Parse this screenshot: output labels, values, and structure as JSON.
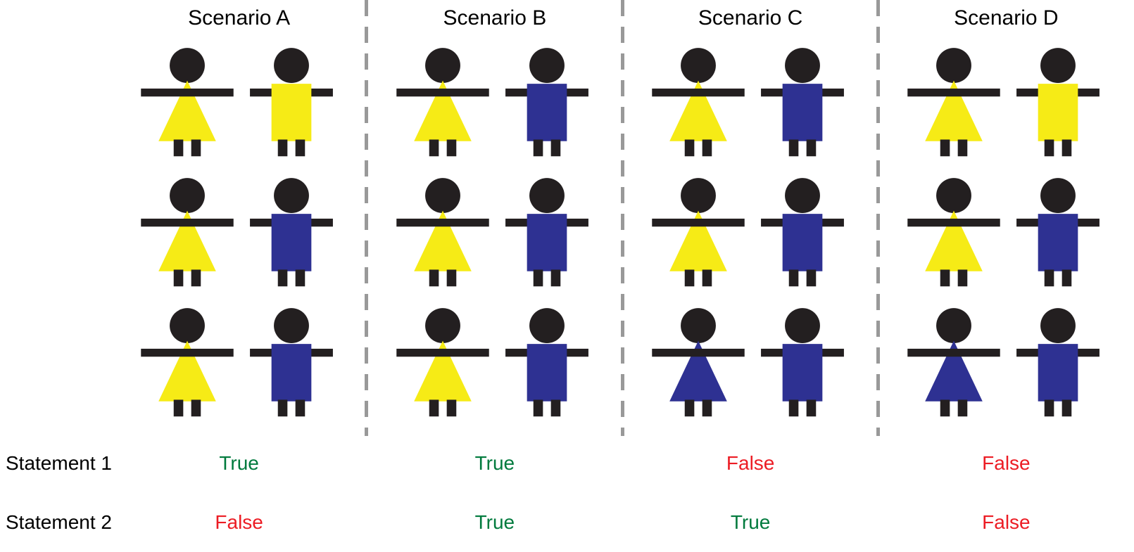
{
  "colors": {
    "yellow": "#F6EB16",
    "blue": "#2E3192",
    "black": "#231F20",
    "green": "#007A3D",
    "red": "#EC1C24",
    "divider": "#999999"
  },
  "icons": {
    "left_figure": "girl-figure (triangle dress)",
    "right_figure": "boy-figure (rectangle shirt)"
  },
  "statements": {
    "row1_label": "Statement 1",
    "row2_label": "Statement 2"
  },
  "scenarios": [
    {
      "label": "Scenario A",
      "rows": [
        {
          "dress_color": "yellow",
          "shirt_color": "yellow"
        },
        {
          "dress_color": "yellow",
          "shirt_color": "blue"
        },
        {
          "dress_color": "yellow",
          "shirt_color": "blue"
        }
      ],
      "statement1": {
        "value": "True",
        "color": "green"
      },
      "statement2": {
        "value": "False",
        "color": "red"
      }
    },
    {
      "label": "Scenario B",
      "rows": [
        {
          "dress_color": "yellow",
          "shirt_color": "blue"
        },
        {
          "dress_color": "yellow",
          "shirt_color": "blue"
        },
        {
          "dress_color": "yellow",
          "shirt_color": "blue"
        }
      ],
      "statement1": {
        "value": "True",
        "color": "green"
      },
      "statement2": {
        "value": "True",
        "color": "green"
      }
    },
    {
      "label": "Scenario C",
      "rows": [
        {
          "dress_color": "yellow",
          "shirt_color": "blue"
        },
        {
          "dress_color": "yellow",
          "shirt_color": "blue"
        },
        {
          "dress_color": "blue",
          "shirt_color": "blue"
        }
      ],
      "statement1": {
        "value": "False",
        "color": "red"
      },
      "statement2": {
        "value": "True",
        "color": "green"
      }
    },
    {
      "label": "Scenario D",
      "rows": [
        {
          "dress_color": "yellow",
          "shirt_color": "yellow"
        },
        {
          "dress_color": "yellow",
          "shirt_color": "blue"
        },
        {
          "dress_color": "blue",
          "shirt_color": "blue"
        }
      ],
      "statement1": {
        "value": "False",
        "color": "red"
      },
      "statement2": {
        "value": "False",
        "color": "red"
      }
    }
  ]
}
